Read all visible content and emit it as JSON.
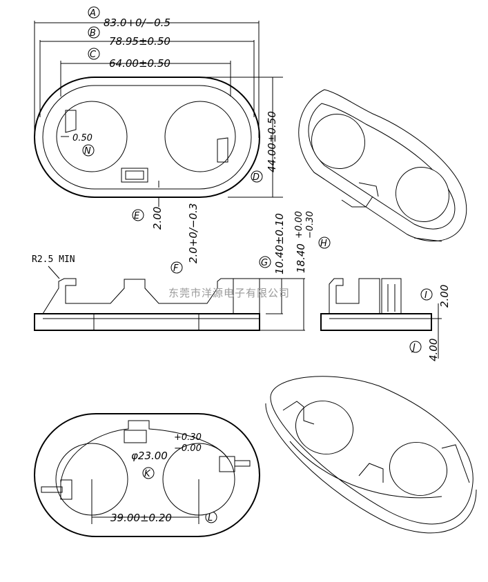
{
  "dimensions": {
    "A": "83.0+0/−0.5",
    "B": "78.95±0.50",
    "C": "64.00±0.50",
    "D": "44.00±0.50",
    "E": "2.00",
    "F": "2.0+0/−0.3",
    "G": "10.40±0.10",
    "H_base": "18.40",
    "H_upper": "+0.00",
    "H_lower": "−0.30",
    "I": "2.00",
    "J": "4.00",
    "K_base": "φ23.00",
    "K_upper": "+0.30",
    "K_lower": "−0.00",
    "L": "39.00±0.20",
    "N": "0.50"
  },
  "callouts": [
    "A",
    "B",
    "C",
    "D",
    "E",
    "F",
    "G",
    "H",
    "I",
    "J",
    "K",
    "L",
    "N"
  ],
  "notes": {
    "radius": "R2.5 MIN"
  },
  "watermark": "东莞市洋源电子有限公司"
}
